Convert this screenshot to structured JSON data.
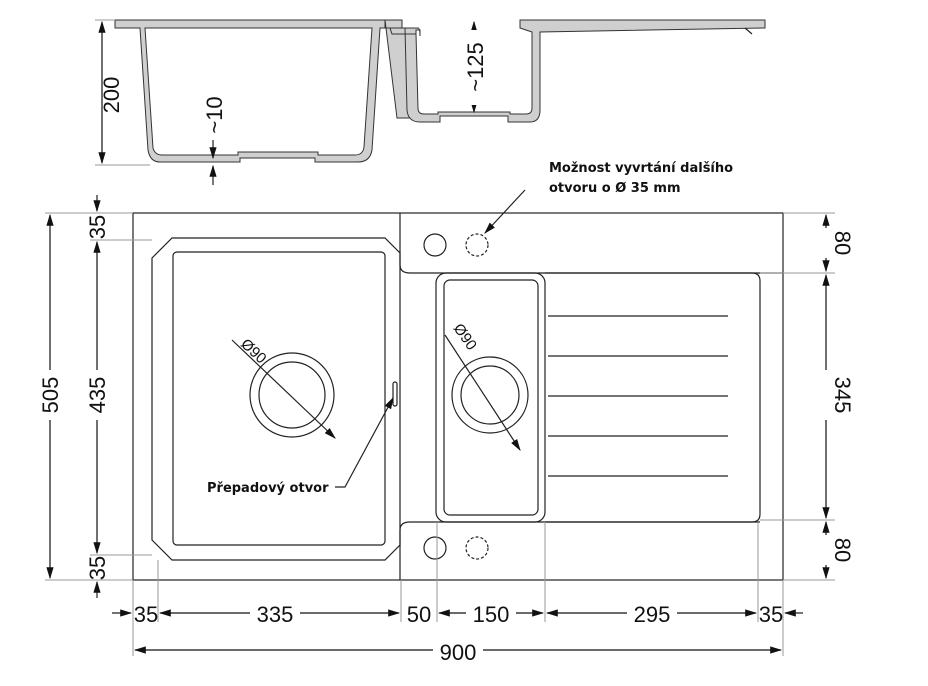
{
  "section_view": {
    "depth_large": "200",
    "depth_small": "~125",
    "bottom_thickness": "~10"
  },
  "plan_view": {
    "notes": {
      "extra_hole_line1": "Možnost vyvrtání dalšího",
      "extra_hole_line2": "otvoru o Ø 35 mm",
      "overflow": "Přepadový otvor"
    },
    "drain_large": "Ø90",
    "drain_small": "Ø90",
    "left_dims": {
      "total": "505",
      "inner": "435",
      "top": "35",
      "bottom": "35"
    },
    "right_dims": {
      "top": "80",
      "middle": "345",
      "bottom": "80"
    },
    "bottom_dims": [
      "35",
      "335",
      "50",
      "150",
      "295",
      "35"
    ],
    "total_width": "900"
  }
}
